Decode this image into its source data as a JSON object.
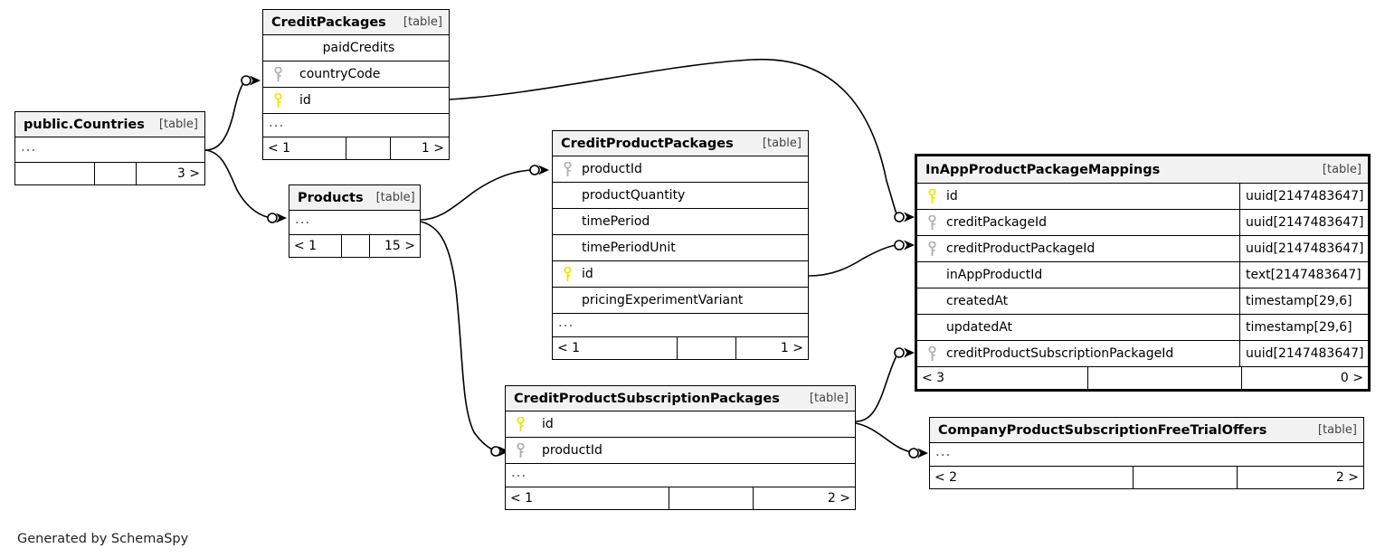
{
  "diagram": {
    "generator_credit": "Generated by SchemaSpy",
    "table_tag": "[table]",
    "ellipsis": "...",
    "colors": {
      "primary_key": "#e8e800",
      "foreign_key": "#b0b0b0",
      "header_bg": "#f2f2f2",
      "border": "#000000",
      "background": "#ffffff"
    }
  },
  "tables": [
    {
      "id": "credit-packages",
      "name": "CreditPackages",
      "tag": "[table]",
      "selected": false,
      "columns": [
        {
          "name": "paidCredits",
          "key": "none",
          "type": "",
          "centered": true
        },
        {
          "name": "countryCode",
          "key": "foreign",
          "type": ""
        },
        {
          "name": "id",
          "key": "primary",
          "type": ""
        }
      ],
      "has_ellipsis": true,
      "footer": {
        "left": "< 1",
        "middle": "",
        "right": "1 >"
      }
    },
    {
      "id": "public-countries",
      "name": "public.Countries",
      "tag": "[table]",
      "selected": false,
      "columns": [],
      "has_ellipsis": true,
      "footer": {
        "left": "",
        "middle": "",
        "right": "3 >"
      }
    },
    {
      "id": "products",
      "name": "Products",
      "tag": "[table]",
      "selected": false,
      "columns": [],
      "has_ellipsis": true,
      "footer": {
        "left": "< 1",
        "middle": "",
        "right": "15 >"
      }
    },
    {
      "id": "credit-product-packages",
      "name": "CreditProductPackages",
      "tag": "[table]",
      "selected": false,
      "columns": [
        {
          "name": "productId",
          "key": "foreign",
          "type": ""
        },
        {
          "name": "productQuantity",
          "key": "none",
          "type": ""
        },
        {
          "name": "timePeriod",
          "key": "none",
          "type": ""
        },
        {
          "name": "timePeriodUnit",
          "key": "none",
          "type": ""
        },
        {
          "name": "id",
          "key": "primary",
          "type": ""
        },
        {
          "name": "pricingExperimentVariant",
          "key": "none",
          "type": ""
        }
      ],
      "has_ellipsis": true,
      "footer": {
        "left": "< 1",
        "middle": "",
        "right": "1 >"
      }
    },
    {
      "id": "inapp-product-package-mappings",
      "name": "InAppProductPackageMappings",
      "tag": "[table]",
      "selected": true,
      "columns": [
        {
          "name": "id",
          "key": "primary",
          "type": "uuid[2147483647]"
        },
        {
          "name": "creditPackageId",
          "key": "foreign",
          "type": "uuid[2147483647]"
        },
        {
          "name": "creditProductPackageId",
          "key": "foreign",
          "type": "uuid[2147483647]"
        },
        {
          "name": "inAppProductId",
          "key": "none",
          "type": "text[2147483647]"
        },
        {
          "name": "createdAt",
          "key": "none",
          "type": "timestamp[29,6]"
        },
        {
          "name": "updatedAt",
          "key": "none",
          "type": "timestamp[29,6]"
        },
        {
          "name": "creditProductSubscriptionPackageId",
          "key": "foreign",
          "type": "uuid[2147483647]"
        }
      ],
      "has_ellipsis": false,
      "footer": {
        "left": "< 3",
        "middle": "",
        "right": "0 >"
      }
    },
    {
      "id": "credit-product-subscription-packages",
      "name": "CreditProductSubscriptionPackages",
      "tag": "[table]",
      "selected": false,
      "columns": [
        {
          "name": "id",
          "key": "primary",
          "type": ""
        },
        {
          "name": "productId",
          "key": "foreign",
          "type": ""
        }
      ],
      "has_ellipsis": true,
      "footer": {
        "left": "< 1",
        "middle": "",
        "right": "2 >"
      }
    },
    {
      "id": "company-product-subscription-free-trial-offers",
      "name": "CompanyProductSubscriptionFreeTrialOffers",
      "tag": "[table]",
      "selected": false,
      "columns": [],
      "has_ellipsis": true,
      "footer": {
        "left": "< 2",
        "middle": "",
        "right": "2 >"
      }
    }
  ],
  "relationships": [
    {
      "from": "public-countries",
      "to": "credit-packages.countryCode"
    },
    {
      "from": "public-countries",
      "to": "products"
    },
    {
      "from": "products",
      "to": "credit-product-packages.productId"
    },
    {
      "from": "products",
      "to": "credit-product-subscription-packages.productId"
    },
    {
      "from": "credit-packages.id",
      "to": "inapp-product-package-mappings.creditPackageId"
    },
    {
      "from": "credit-product-packages.id",
      "to": "inapp-product-package-mappings.creditProductPackageId"
    },
    {
      "from": "credit-product-subscription-packages",
      "to": "inapp-product-package-mappings.creditProductSubscriptionPackageId"
    },
    {
      "from": "credit-product-subscription-packages",
      "to": "company-product-subscription-free-trial-offers"
    }
  ]
}
